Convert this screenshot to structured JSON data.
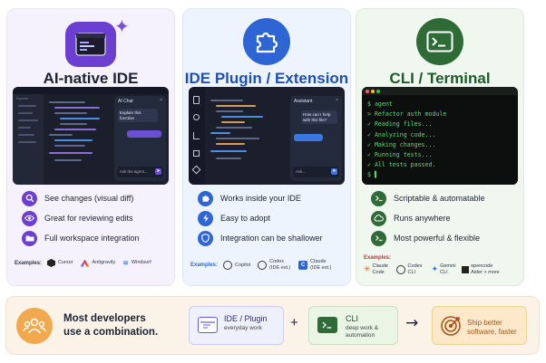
{
  "cards": [
    {
      "title": "AI-native IDE",
      "screenshot": {
        "panel_title": "AI Chat",
        "chat_prompt": "Explain this function",
        "input_placeholder": "Ask the agent...",
        "explorer_label": "Explorer"
      },
      "features": [
        {
          "icon": "magnifier-icon",
          "text": "See changes (visual diff)"
        },
        {
          "icon": "eye-icon",
          "text": "Great for reviewing edits"
        },
        {
          "icon": "folder-icon",
          "text": "Full workspace integration"
        }
      ],
      "examples_label": "Examples:",
      "examples": [
        "Cursor",
        "Antigravity",
        "Windsurf"
      ]
    },
    {
      "title": "IDE Plugin / Extension",
      "screenshot": {
        "panel_title": "Assistant",
        "chat_prompt": "How can I help with this file?",
        "input_placeholder": "Ask..."
      },
      "features": [
        {
          "icon": "puzzle-icon",
          "text": "Works inside your IDE"
        },
        {
          "icon": "lightning-icon",
          "text": "Easy to adopt"
        },
        {
          "icon": "shield-icon",
          "text": "Integration can be shallower"
        }
      ],
      "examples_label": "Examples:",
      "examples": [
        "Copilot",
        "Codex (IDE ext.)",
        "Claude (IDE ext.)"
      ]
    },
    {
      "title": "CLI / Terminal",
      "terminal_lines": [
        "$ agent",
        "> Refactor auth module",
        "✓ Reading files...",
        "✓ Analyzing code...",
        "✓ Making changes...",
        "✓ Running tests...",
        "✓ All tests passed.",
        "$ ▌"
      ],
      "features": [
        {
          "icon": "terminal-icon",
          "text": "Scriptable & automatable"
        },
        {
          "icon": "cloud-icon",
          "text": "Runs anywhere"
        },
        {
          "icon": "terminal-icon",
          "text": "Most powerful & flexible"
        }
      ],
      "examples_label": "Examples:",
      "examples": [
        "Claude Code",
        "Codex CLI",
        "Gemini CLI",
        "opencode Aider + more"
      ]
    }
  ],
  "bottom": {
    "text": "Most developers use a combination.",
    "plugin": {
      "title": "IDE / Plugin",
      "subtitle": "everyday work"
    },
    "plus": "+",
    "cli": {
      "title": "CLI",
      "subtitle": "deep work & automation"
    },
    "arrow": "→",
    "result": "Ship better software, faster"
  },
  "colors": {
    "purple": "#6b3fcf",
    "blue": "#2d66d4",
    "green": "#2e6b36",
    "orange": "#f2a94e"
  }
}
